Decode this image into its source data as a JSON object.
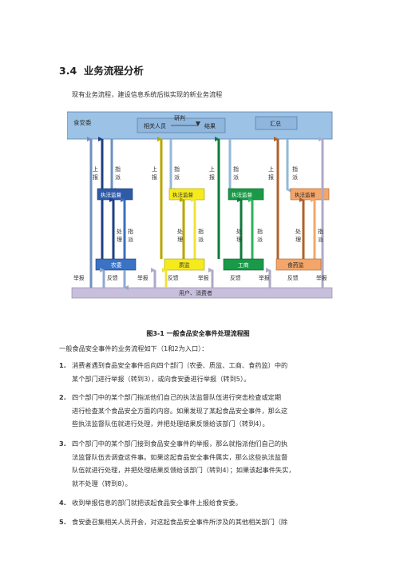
{
  "section": {
    "number": "3.4",
    "title": "业务流程分析"
  },
  "intro": "现有业务流程，建设信息系统后拟实现的新业务流程",
  "diagram": {
    "top_box": "食安委",
    "staff": "相关人员",
    "research": "研判",
    "result": "结果",
    "summary": "汇总",
    "upward": [
      "上",
      "报"
    ],
    "assign": [
      "指",
      "派"
    ],
    "enforcement": [
      "执法监督",
      "执法监督",
      "执法监督",
      "执法监督"
    ],
    "handle": [
      "处",
      "理"
    ],
    "departments": [
      "农委",
      "质监",
      "工商",
      "食药监"
    ],
    "report": "举报",
    "feedback": "反馈",
    "bottom_bar": "用户、消费者"
  },
  "caption": "图3-1  一般食品安全事件处理流程图",
  "para": "一般食品安全事件的业务流程如下（1和2为入口）：",
  "items": [
    {
      "num": "1.",
      "lines": [
        "消费者遇到食品安全事件后向四个部门（农委、质监、工商、食药监）中的",
        "某个部门进行举报（转到3），或向食安委进行举报（转到5）。"
      ]
    },
    {
      "num": "2.",
      "lines": [
        "四个部门中的某个部门指派他们自己的执法监督队伍进行突击检查或定期",
        "进行检查某个食品安全方面的内容。如果发现了某起食品安全事件，那么这",
        "些执法监督队伍就进行处理，并把处理结果反馈给该部门（转到4）。"
      ]
    },
    {
      "num": "3.",
      "lines": [
        "四个部门中的某个部门接到食品安全事件的举报，那么就指派他们自己的执",
        "法监督队伍去调查这件事。如果这起食品安全事件属实，那么这些执法监督",
        "队伍就进行处理，并把处理结果反馈给该部门（转到4）；如果该起事件失实，",
        "就不处理（转到8）。"
      ]
    },
    {
      "num": "4.",
      "lines": [
        "收到举报信息的部门就把该起食品安全事件上报给食安委。"
      ]
    },
    {
      "num": "5.",
      "lines": [
        "食安委召集相关人员开会，对这起食品安全事件所涉及的其他相关部门（除"
      ]
    }
  ]
}
